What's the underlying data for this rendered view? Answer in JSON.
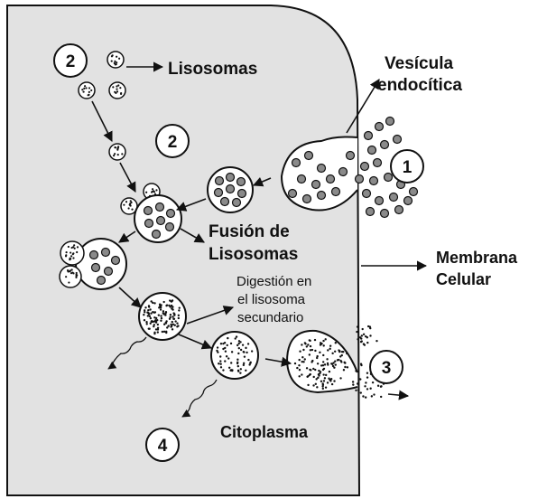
{
  "labels": {
    "lisosomas": "Lisosomas",
    "vesicula_line1": "Vesícula",
    "vesicula_line2": "endocítica",
    "fusion_line1": "Fusión de",
    "fusion_line2": "Lisosomas",
    "membrana_line1": "Membrana",
    "membrana_line2": "Celular",
    "digestion_line1": "Digestión en",
    "digestion_line2": "el lisosoma",
    "digestion_line3": "secundario",
    "citoplasma": "Citoplasma"
  },
  "numbers": {
    "n1": "1",
    "n2a": "2",
    "n2b": "2",
    "n3": "3",
    "n4": "4"
  },
  "colors": {
    "cytoplasm": "#e2e2e2",
    "outline": "#111111",
    "particle_fill": "#8a8a8a"
  }
}
